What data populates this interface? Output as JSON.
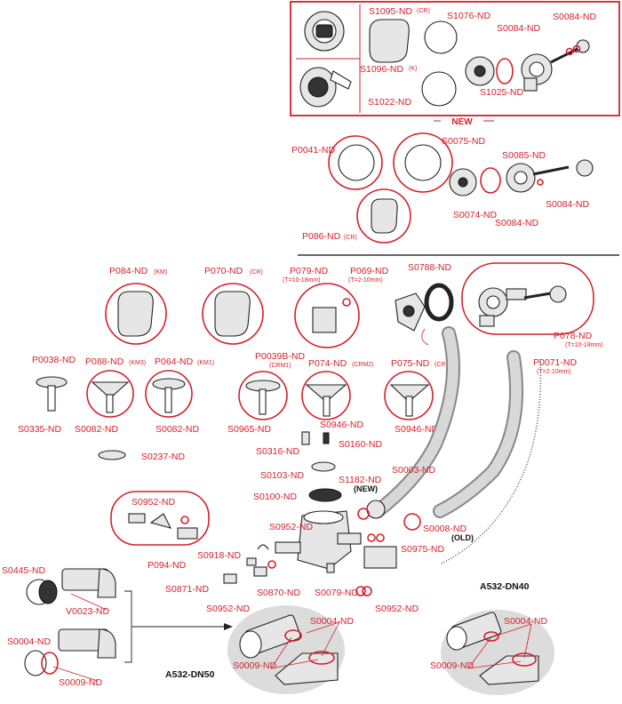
{
  "new_box": {
    "new_label": "NEW",
    "labels": [
      "S1095-ND",
      "(CR)",
      "S1076-ND",
      "S0084-ND",
      "S0084-ND",
      "S1096-ND",
      "(K)",
      "S1022-ND",
      "S1025-ND"
    ]
  },
  "overflow_top": {
    "labels": [
      "P0041-ND",
      "S0075-ND",
      "S0085-ND",
      "S0074-ND",
      "S0084-ND",
      "S0084-ND",
      "P086-ND",
      "(CR)"
    ]
  },
  "overflow_main": {
    "labels": [
      "P084-ND",
      "(KM)",
      "P070-ND",
      "(CR)",
      "P079-ND",
      "(T=10-18mm)",
      "P069-ND",
      "(T=2-10mm)",
      "S0788-ND",
      "P078-ND",
      "(T=10-18mm)",
      "P0071-ND",
      "(T=2-10mm)"
    ]
  },
  "plugs": {
    "labels": [
      "P0038-ND",
      "P088-ND",
      "(KM3)",
      "P064-ND",
      "(KM1)",
      "P0039B-ND",
      "(CRM1)",
      "P074-ND",
      "(CRM2)",
      "P075-ND",
      "(CRM3)",
      "S0335-ND",
      "S0082-ND",
      "S0082-ND",
      "S0965-ND",
      "S0946-ND",
      "S0946-ND"
    ]
  },
  "drain": {
    "labels": [
      "S0237-ND",
      "S0316-ND",
      "S0160-ND",
      "S0103-ND",
      "S1182-ND",
      "(NEW)",
      "S0003-ND",
      "S0100-ND",
      "S0952-ND",
      "P094-ND",
      "S0952-ND",
      "S0008-ND",
      "(OLD)",
      "S0918-ND",
      "S0975-ND",
      "S0871-ND",
      "S0870-ND",
      "S0079-ND",
      "S0952-ND",
      "S0952-ND"
    ]
  },
  "siphon": {
    "labels": [
      "S0445-ND",
      "V0023-ND",
      "S0004-ND",
      "S0009-ND",
      "S0004-ND",
      "S0009-ND",
      "A532-DN50",
      "S0004-ND",
      "S0009-ND",
      "A532-DN40"
    ]
  }
}
